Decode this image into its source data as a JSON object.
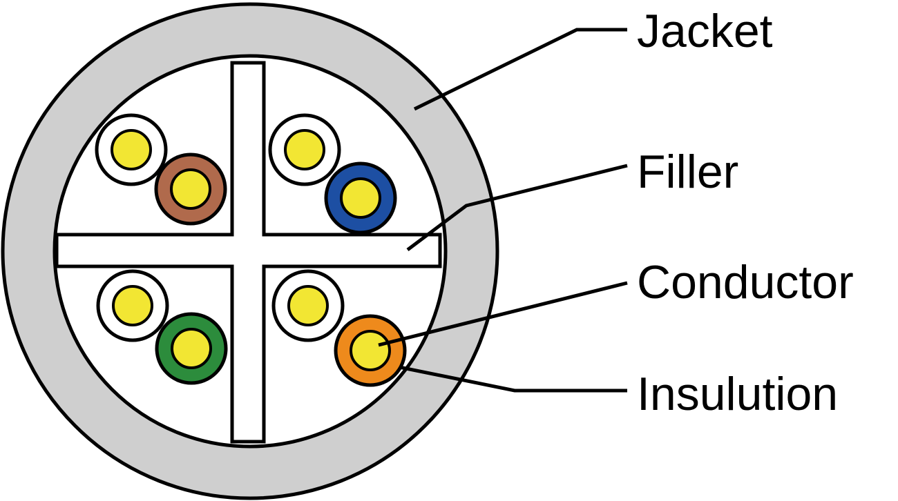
{
  "labels": {
    "jacket": "Jacket",
    "filler": "Filler",
    "conductor": "Conductor",
    "insulation": "Insulution"
  },
  "colors": {
    "jacket": "#cfcfcf",
    "outline": "#000000",
    "background": "#ffffff",
    "conductor": "#f2e633",
    "pair_white": "#ffffff",
    "pair_brown": "#b06a4c",
    "pair_blue": "#1d4fa3",
    "pair_green": "#2c8c3c",
    "pair_orange": "#ee8a1c"
  },
  "pairs": [
    {
      "name": "brown",
      "colored_insulation": "pair_brown"
    },
    {
      "name": "blue",
      "colored_insulation": "pair_blue"
    },
    {
      "name": "green",
      "colored_insulation": "pair_green"
    },
    {
      "name": "orange",
      "colored_insulation": "pair_orange"
    }
  ]
}
